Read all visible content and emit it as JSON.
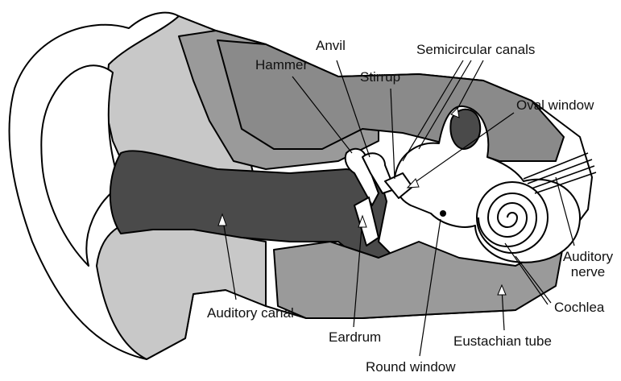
{
  "labels": {
    "anvil": "Anvil",
    "hammer": "Hammer",
    "semicircular_canals": "Semicircular canals",
    "stirrup": "Stirrup",
    "oval_window": "Oval window",
    "auditory_nerve_line1": "Auditory",
    "auditory_nerve_line2": "nerve",
    "auditory_canal": "Auditory canal",
    "cochlea": "Cochlea",
    "eardrum": "Eardrum",
    "eustachian_tube": "Eustachian tube",
    "round_window": "Round window"
  },
  "colors": {
    "outline": "#000000",
    "outer_ear_light": "#c8c8c8",
    "middle_band": "#9a9a9a",
    "inner_tissue": "#8a8a8a",
    "canal_dark": "#4a4a4a",
    "inner_ear_white": "#ffffff",
    "background": "#ffffff"
  }
}
